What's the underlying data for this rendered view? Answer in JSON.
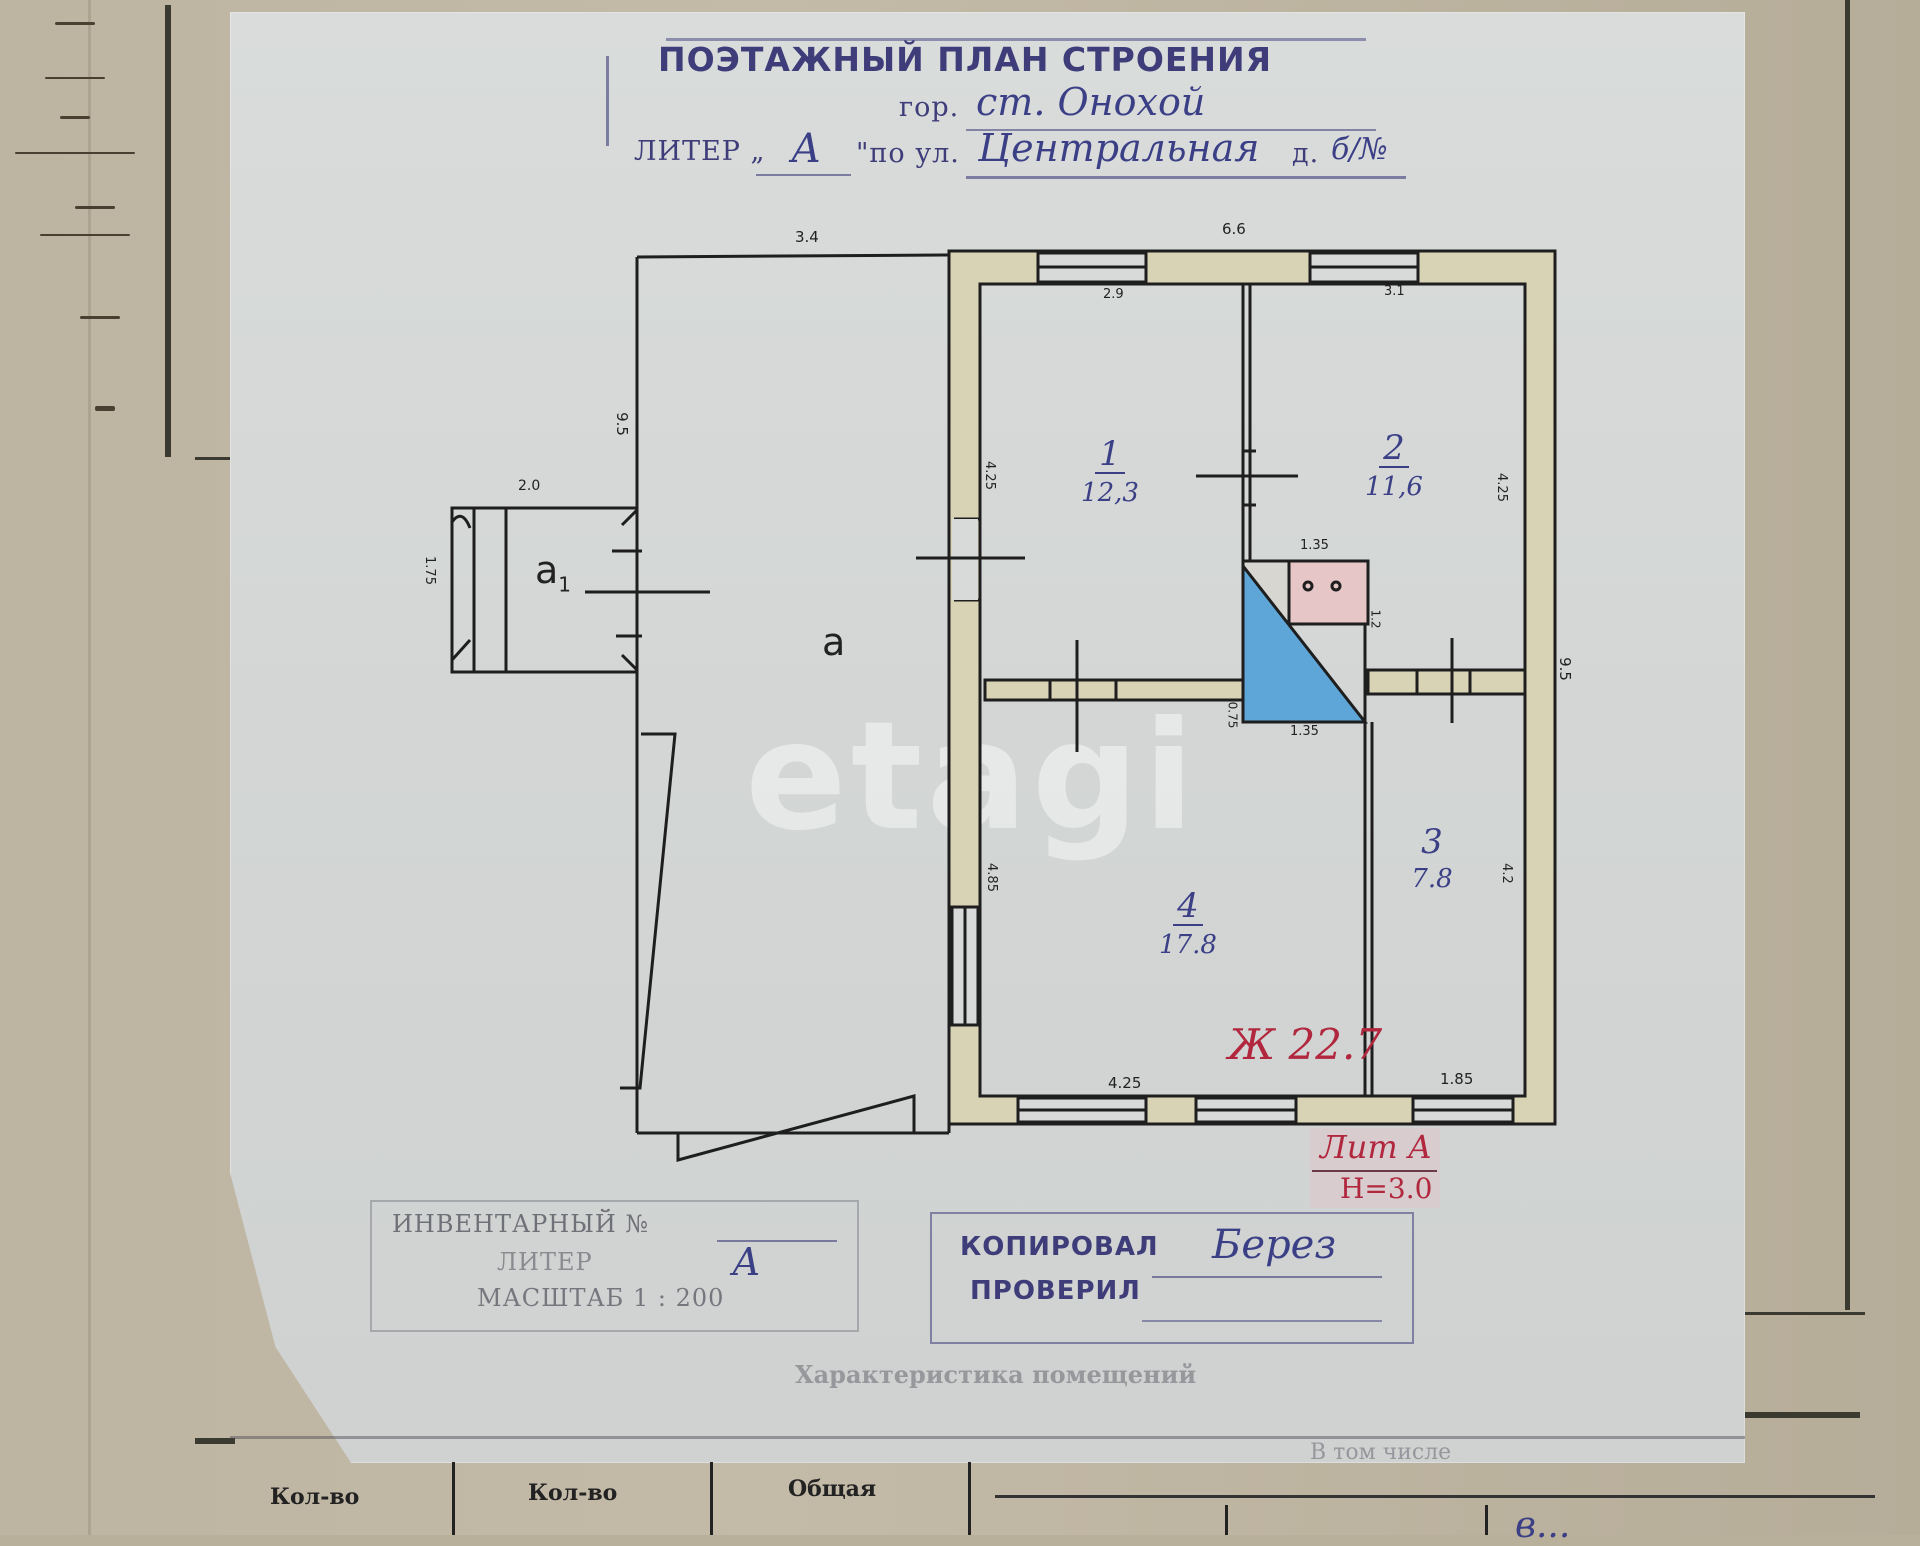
{
  "document": {
    "type": "floor plan of building (technical inventory)",
    "watermark": "etagi",
    "colors": {
      "paper_back": "#bdb4a1",
      "tracing_paper": "#d6d9d8",
      "stamp_ink": "#3e3d7a",
      "handwriting_blue": "#3b3f86",
      "handwriting_red": "#b1283e",
      "wall_fill": "#d9d3b6",
      "bathroom_fill": "#5fa6d8",
      "stove_fill": "#e6c6c6"
    }
  },
  "title_stamp": {
    "title": "ПОЭТАЖНЫЙ ПЛАН СТРОЕНИЯ",
    "city_label": "гор.",
    "city_value": "ст. Онохой",
    "liter_label": "ЛИТЕР „",
    "liter_value": "А",
    "street_label": "\"по ул.",
    "street_value": "Центральная",
    "house_label": "д.",
    "house_value": "б/№"
  },
  "plan": {
    "outbuildings": [
      {
        "id": "a",
        "label": "а"
      },
      {
        "id": "a1",
        "label": "а",
        "subscript": "1"
      }
    ],
    "rooms": [
      {
        "number": "1",
        "area": "12,3"
      },
      {
        "number": "2",
        "area": "11,6"
      },
      {
        "number": "3",
        "area": "7.8"
      },
      {
        "number": "4",
        "area": "17.8"
      }
    ],
    "dimensions": {
      "top_a": "3.4",
      "top_house": "6.6",
      "room1_width": "2.9",
      "room2_width": "3.1",
      "a_height": "9.5",
      "a1_width": "2.0",
      "a1_depth": "1.75",
      "room1_left": "4.25",
      "room2_right": "4.25",
      "stove_width": "1.35",
      "stove_depth": "1.2",
      "bath_width": "1.35",
      "bath_depth": "0.75",
      "house_depth": "9.5",
      "room4_left": "4.85",
      "room3_right": "4.2",
      "room4_width": "4.25",
      "room3_width": "1.85"
    },
    "living_area_note": "Ж 22.7",
    "liter_note": {
      "top": "Лит А",
      "bottom": "Н=3.0"
    }
  },
  "bottom_stamps": {
    "inventory": {
      "line1": "ИНВЕНТАРНЫЙ №",
      "line2_label": "ЛИТЕР",
      "line2_value": "А",
      "line3": "МАСШТАБ 1 : 200"
    },
    "copied": {
      "copied_label": "КОПИРОВАЛ",
      "checked_label": "ПРОВЕРИЛ",
      "signature": "Берез"
    }
  },
  "table": {
    "caption": "Характеристика помещений",
    "subcaption": "В том числе",
    "headers": [
      "Кол-во",
      "Кол-во",
      "Общая"
    ],
    "partial_handwriting": "в..."
  }
}
